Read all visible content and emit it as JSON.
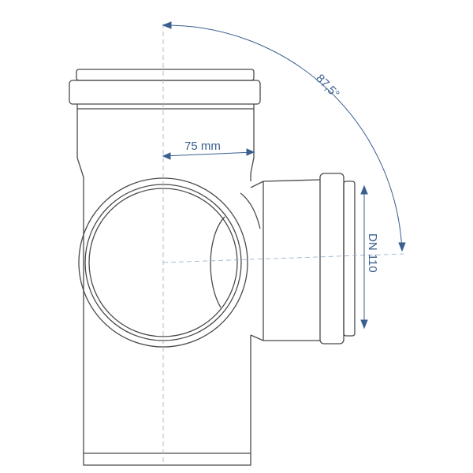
{
  "diagram": {
    "dimension_offset": "75 mm",
    "nominal_diameter": "DN 110",
    "branch_angle": "87,5°"
  },
  "colors": {
    "outline": "#4a4a4a",
    "dimension": "#3a5f8f",
    "centerline": "#9fb4cc"
  }
}
